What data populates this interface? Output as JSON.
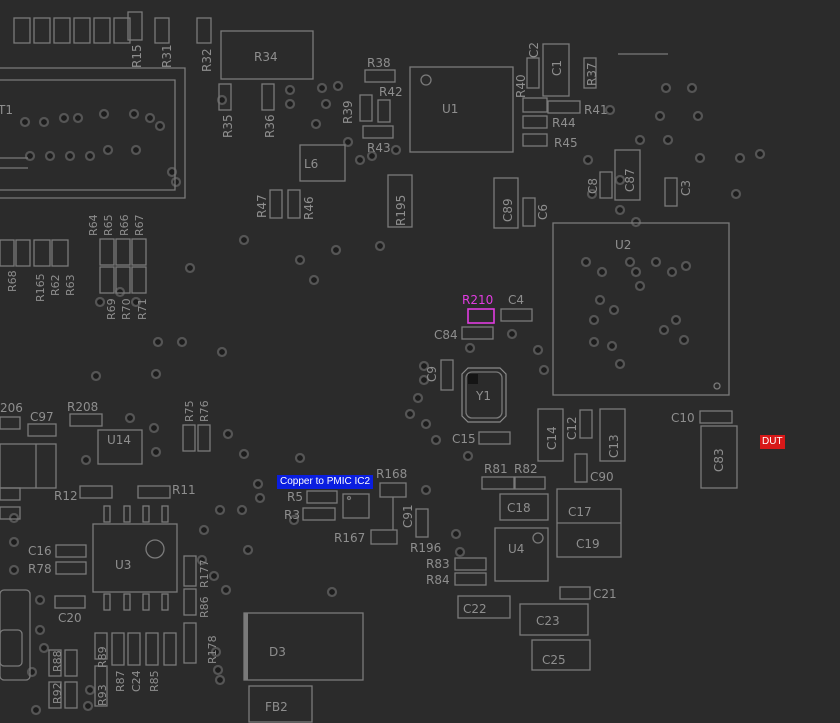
{
  "board": {
    "background": "#2b2b2b",
    "silkscreen_color": "#8e8e8e",
    "highlight_color": "#e03ce0"
  },
  "highlighted_component": "R210",
  "callouts": {
    "net_label": "Copper to PMIC IC2",
    "net_label_bg": "#0a1ee0",
    "dut_label": "DUT",
    "dut_label_bg": "#d81818"
  },
  "designators": [
    "R15",
    "R31",
    "R32",
    "R34",
    "R38",
    "R42",
    "R39",
    "R43",
    "R35",
    "R36",
    "U1",
    "C2",
    "R40",
    "C1",
    "R37",
    "R41",
    "R44",
    "R45",
    "T1",
    "L6",
    "R47",
    "R46",
    "R195",
    "C89",
    "C6",
    "C8",
    "C87",
    "C3",
    "U2",
    "R64",
    "R65",
    "R66",
    "R67",
    "R165",
    "R62",
    "R63",
    "R69",
    "R70",
    "R71",
    "R68",
    "C4",
    "C84",
    "C9",
    "Y1",
    "C15",
    "C10",
    "C14",
    "C12",
    "C13",
    "C83",
    "C90",
    "206",
    "C97",
    "R208",
    "R75",
    "R76",
    "U14",
    "R12",
    "R11",
    "R5",
    "R3",
    "R168",
    "C91",
    "R167",
    "R196",
    "R81",
    "R82",
    "C18",
    "C17",
    "C19",
    "U4",
    "R83",
    "R84",
    "C16",
    "R78",
    "U3",
    "R177",
    "R86",
    "C20",
    "C22",
    "C21",
    "C23",
    "C25",
    "D3",
    "FB2",
    "R178",
    "R88",
    "R92",
    "R89",
    "R93",
    "R87",
    "C24",
    "R85"
  ]
}
